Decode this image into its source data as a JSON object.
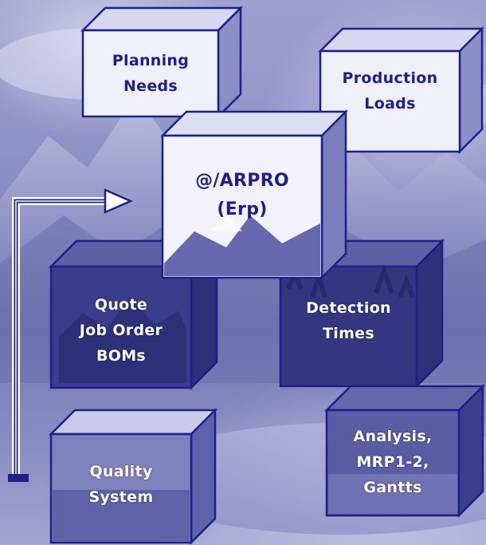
{
  "colors": {
    "outline": "#1f1f8c",
    "light_face": "#eef0fa",
    "dark_face": "#3a3d8c",
    "text_light": "#1f1f8c",
    "text_dark": "#ffffff"
  },
  "diagram": {
    "planning": {
      "line1": "Planning",
      "line2": "Needs"
    },
    "production": {
      "line1": "Production",
      "line2": "Loads"
    },
    "center": {
      "line1": "@/ARPRO",
      "line2": "(Erp)"
    },
    "quote": {
      "line1": "Quote",
      "line2": "Job Order",
      "line3": "BOMs"
    },
    "detection": {
      "line1": "Detection",
      "line2": "Times"
    },
    "quality": {
      "line1": "Quality",
      "line2": "System"
    },
    "analysis": {
      "line1": "Analysis,",
      "line2": "MRP1-2,",
      "line3": "Gantts"
    }
  }
}
